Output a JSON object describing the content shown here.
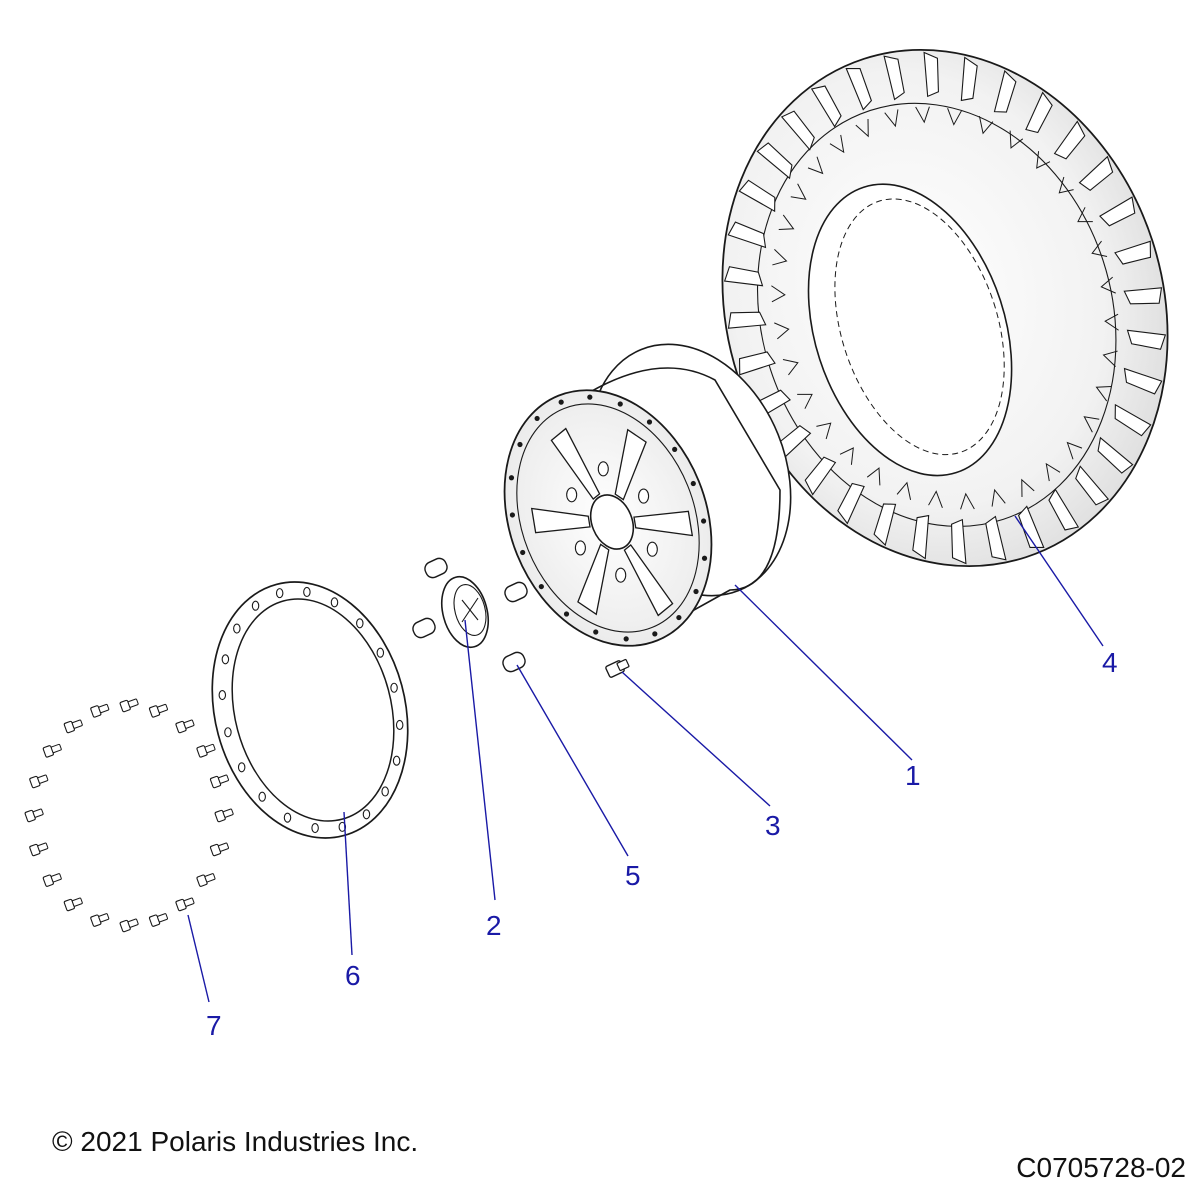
{
  "callouts": [
    {
      "id": "1",
      "label": "1"
    },
    {
      "id": "2",
      "label": "2"
    },
    {
      "id": "3",
      "label": "3"
    },
    {
      "id": "4",
      "label": "4"
    },
    {
      "id": "5",
      "label": "5"
    },
    {
      "id": "6",
      "label": "6"
    },
    {
      "id": "7",
      "label": "7"
    }
  ],
  "footer": {
    "copyright": "© 2021 Polaris Industries Inc.",
    "drawing_number": "C0705728-02"
  },
  "colors": {
    "callout": "#1a1aa6",
    "line": "#1a1a1a",
    "background": "#ffffff"
  }
}
